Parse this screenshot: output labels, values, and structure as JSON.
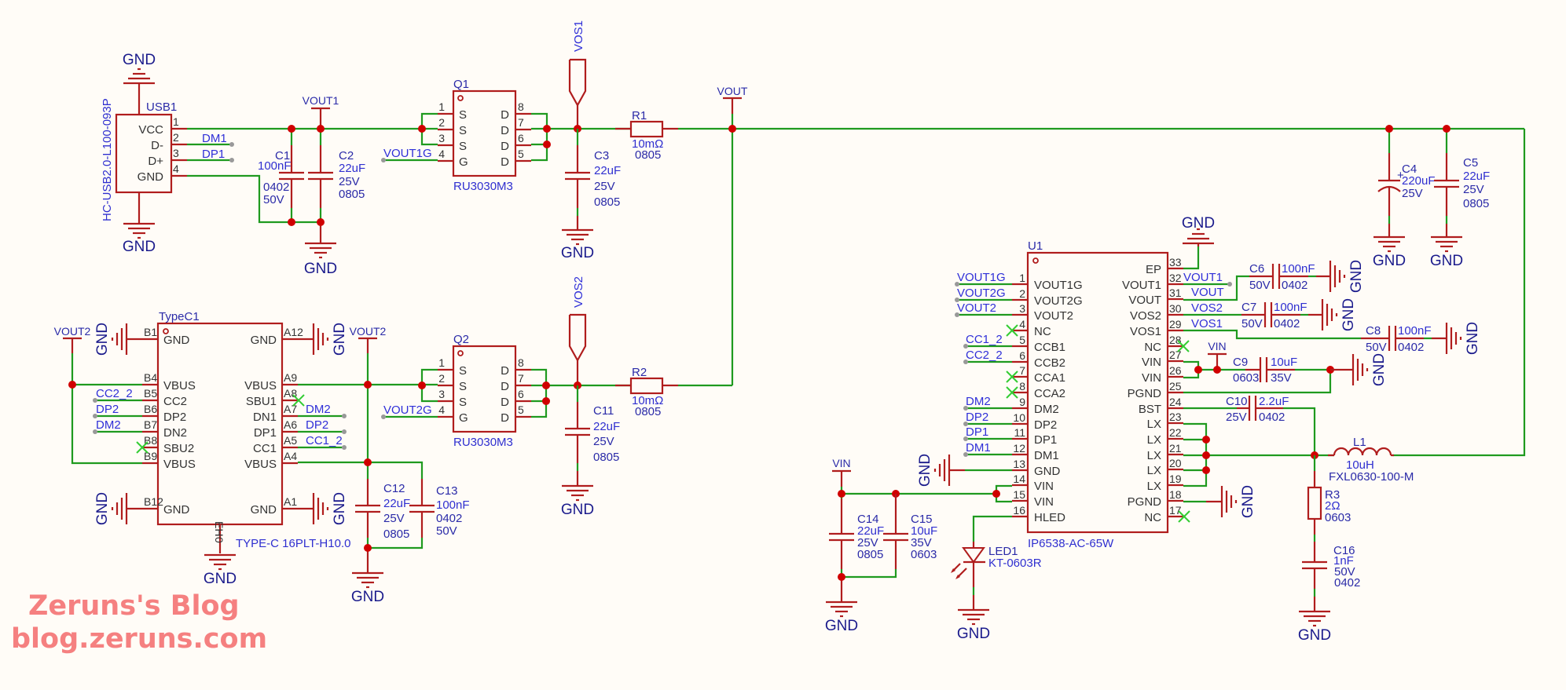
{
  "colors": {
    "wire": "#1f9a1f",
    "part": "#b01d1d",
    "junction": "#d00000",
    "label": "#2f2fd0",
    "background": "#fffcf7",
    "watermark": "#f58080"
  },
  "watermark": {
    "line1": "Zeruns's Blog",
    "line2": "blog.zeruns.com"
  },
  "gnd": "GND",
  "power_ports": {
    "vout1": "VOUT1",
    "vout": "VOUT",
    "vout2": "VOUT2",
    "vin": "VIN"
  },
  "net_ports": {
    "vos1": "VOS1",
    "vos2": "VOS2"
  },
  "usb1": {
    "designator": "USB1",
    "part": "HC-USB2.0-L100-093P",
    "pins": [
      {
        "num": "1",
        "name": "VCC"
      },
      {
        "num": "2",
        "name": "D-"
      },
      {
        "num": "3",
        "name": "D+"
      },
      {
        "num": "4",
        "name": "GND"
      }
    ],
    "nets": [
      "DM1",
      "DP1"
    ]
  },
  "c1": {
    "designator": "C1",
    "value": "100nF",
    "package": "0402",
    "voltage": "50V"
  },
  "c2": {
    "designator": "C2",
    "value": "22uF",
    "voltage": "25V",
    "package": "0805"
  },
  "q1": {
    "designator": "Q1",
    "part": "RU3030M3",
    "left_pins": [
      {
        "num": "1",
        "name": "S"
      },
      {
        "num": "2",
        "name": "S"
      },
      {
        "num": "3",
        "name": "S"
      },
      {
        "num": "4",
        "name": "G"
      }
    ],
    "right_pins": [
      {
        "num": "8",
        "name": "D"
      },
      {
        "num": "7",
        "name": "D"
      },
      {
        "num": "6",
        "name": "D"
      },
      {
        "num": "5",
        "name": "D"
      }
    ],
    "gate_net": "VOUT1G"
  },
  "c3": {
    "designator": "C3",
    "value": "22uF",
    "voltage": "25V",
    "package": "0805"
  },
  "r1": {
    "designator": "R1",
    "value": "10mΩ",
    "package": "0805"
  },
  "c4": {
    "designator": "C4",
    "value": "220uF",
    "voltage": "25V",
    "polarity": "+"
  },
  "c5": {
    "designator": "C5",
    "value": "22uF",
    "voltage": "25V",
    "package": "0805"
  },
  "typec1": {
    "designator": "TypeC1",
    "part": "TYPE-C 16PLT-H10.0",
    "shell_pin": "EH",
    "shell_num": "0",
    "left_pins": [
      {
        "num": "B1",
        "name": "GND"
      },
      {
        "num": "B4",
        "name": "VBUS"
      },
      {
        "num": "B5",
        "name": "CC2"
      },
      {
        "num": "B6",
        "name": "DP2"
      },
      {
        "num": "B7",
        "name": "DN2"
      },
      {
        "num": "B8",
        "name": "SBU2"
      },
      {
        "num": "B9",
        "name": "VBUS"
      },
      {
        "num": "B12",
        "name": "GND"
      }
    ],
    "right_pins": [
      {
        "num": "A12",
        "name": "GND"
      },
      {
        "num": "A9",
        "name": "VBUS"
      },
      {
        "num": "A8",
        "name": "SBU1"
      },
      {
        "num": "A7",
        "name": "DN1"
      },
      {
        "num": "A6",
        "name": "DP1"
      },
      {
        "num": "A5",
        "name": "CC1"
      },
      {
        "num": "A4",
        "name": "VBUS"
      },
      {
        "num": "A1",
        "name": "GND"
      }
    ],
    "left_nets": [
      "CC2_2",
      "DP2",
      "DM2"
    ],
    "right_nets": [
      "DM2",
      "DP2",
      "CC1_2"
    ]
  },
  "c12": {
    "designator": "C12",
    "value": "22uF",
    "voltage": "25V",
    "package": "0805"
  },
  "c13": {
    "designator": "C13",
    "value": "100nF",
    "package": "0402",
    "voltage": "50V"
  },
  "q2": {
    "designator": "Q2",
    "part": "RU3030M3",
    "left_pins": [
      {
        "num": "1",
        "name": "S"
      },
      {
        "num": "2",
        "name": "S"
      },
      {
        "num": "3",
        "name": "S"
      },
      {
        "num": "4",
        "name": "G"
      }
    ],
    "right_pins": [
      {
        "num": "8",
        "name": "D"
      },
      {
        "num": "7",
        "name": "D"
      },
      {
        "num": "6",
        "name": "D"
      },
      {
        "num": "5",
        "name": "D"
      }
    ],
    "gate_net": "VOUT2G"
  },
  "c11": {
    "designator": "C11",
    "value": "22uF",
    "voltage": "25V",
    "package": "0805"
  },
  "r2": {
    "designator": "R2",
    "value": "10mΩ",
    "package": "0805"
  },
  "u1": {
    "designator": "U1",
    "part": "IP6538-AC-65W",
    "left_pins": [
      {
        "num": "1",
        "name": "VOUT1G",
        "net": "VOUT1G"
      },
      {
        "num": "2",
        "name": "VOUT2G",
        "net": "VOUT2G"
      },
      {
        "num": "3",
        "name": "VOUT2",
        "net": "VOUT2"
      },
      {
        "num": "4",
        "name": "NC",
        "net": ""
      },
      {
        "num": "5",
        "name": "CCB1",
        "net": "CC1_2"
      },
      {
        "num": "6",
        "name": "CCB2",
        "net": "CC2_2"
      },
      {
        "num": "7",
        "name": "CCA1",
        "net": ""
      },
      {
        "num": "8",
        "name": "CCA2",
        "net": ""
      },
      {
        "num": "9",
        "name": "DM2",
        "net": "DM2"
      },
      {
        "num": "10",
        "name": "DP2",
        "net": "DP2"
      },
      {
        "num": "11",
        "name": "DP1",
        "net": "DP1"
      },
      {
        "num": "12",
        "name": "DM1",
        "net": "DM1"
      },
      {
        "num": "13",
        "name": "GND",
        "net": ""
      },
      {
        "num": "14",
        "name": "VIN",
        "net": ""
      },
      {
        "num": "15",
        "name": "VIN",
        "net": ""
      },
      {
        "num": "16",
        "name": "HLED",
        "net": ""
      }
    ],
    "right_pins": [
      {
        "num": "33",
        "name": "EP",
        "net": ""
      },
      {
        "num": "32",
        "name": "VOUT1",
        "net": "VOUT1"
      },
      {
        "num": "31",
        "name": "VOUT",
        "net": "VOUT"
      },
      {
        "num": "30",
        "name": "VOS2",
        "net": "VOS2"
      },
      {
        "num": "29",
        "name": "VOS1",
        "net": "VOS1"
      },
      {
        "num": "28",
        "name": "NC",
        "net": ""
      },
      {
        "num": "27",
        "name": "VIN",
        "net": ""
      },
      {
        "num": "26",
        "name": "VIN",
        "net": ""
      },
      {
        "num": "25",
        "name": "PGND",
        "net": ""
      },
      {
        "num": "24",
        "name": "BST",
        "net": ""
      },
      {
        "num": "23",
        "name": "LX",
        "net": ""
      },
      {
        "num": "22",
        "name": "LX",
        "net": ""
      },
      {
        "num": "21",
        "name": "LX",
        "net": ""
      },
      {
        "num": "20",
        "name": "LX",
        "net": ""
      },
      {
        "num": "19",
        "name": "LX",
        "net": ""
      },
      {
        "num": "18",
        "name": "PGND",
        "net": ""
      },
      {
        "num": "17",
        "name": "NC",
        "net": ""
      }
    ]
  },
  "c6": {
    "designator": "C6",
    "voltage": "50V",
    "value": "100nF",
    "package": "0402"
  },
  "c7": {
    "designator": "C7",
    "voltage": "50V",
    "value": "100nF",
    "package": "0402"
  },
  "c8": {
    "designator": "C8",
    "voltage": "50V",
    "value": "100nF",
    "package": "0402"
  },
  "c9": {
    "designator": "C9",
    "package": "0603",
    "value": "10uF",
    "voltage": "35V"
  },
  "c10": {
    "designator": "C10",
    "voltage": "25V",
    "value": "2.2uF",
    "package": "0402"
  },
  "l1": {
    "designator": "L1",
    "value": "10uH",
    "part": "FXL0630-100-M"
  },
  "r3": {
    "designator": "R3",
    "value": "2Ω",
    "package": "0603"
  },
  "c16": {
    "designator": "C16",
    "value": "1nF",
    "voltage": "50V",
    "package": "0402"
  },
  "c14": {
    "designator": "C14",
    "value": "22uF",
    "voltage": "25V",
    "package": "0805"
  },
  "c15": {
    "designator": "C15",
    "value": "10uF",
    "voltage": "35V",
    "package": "0603"
  },
  "led1": {
    "designator": "LED1",
    "part": "KT-0603R"
  }
}
